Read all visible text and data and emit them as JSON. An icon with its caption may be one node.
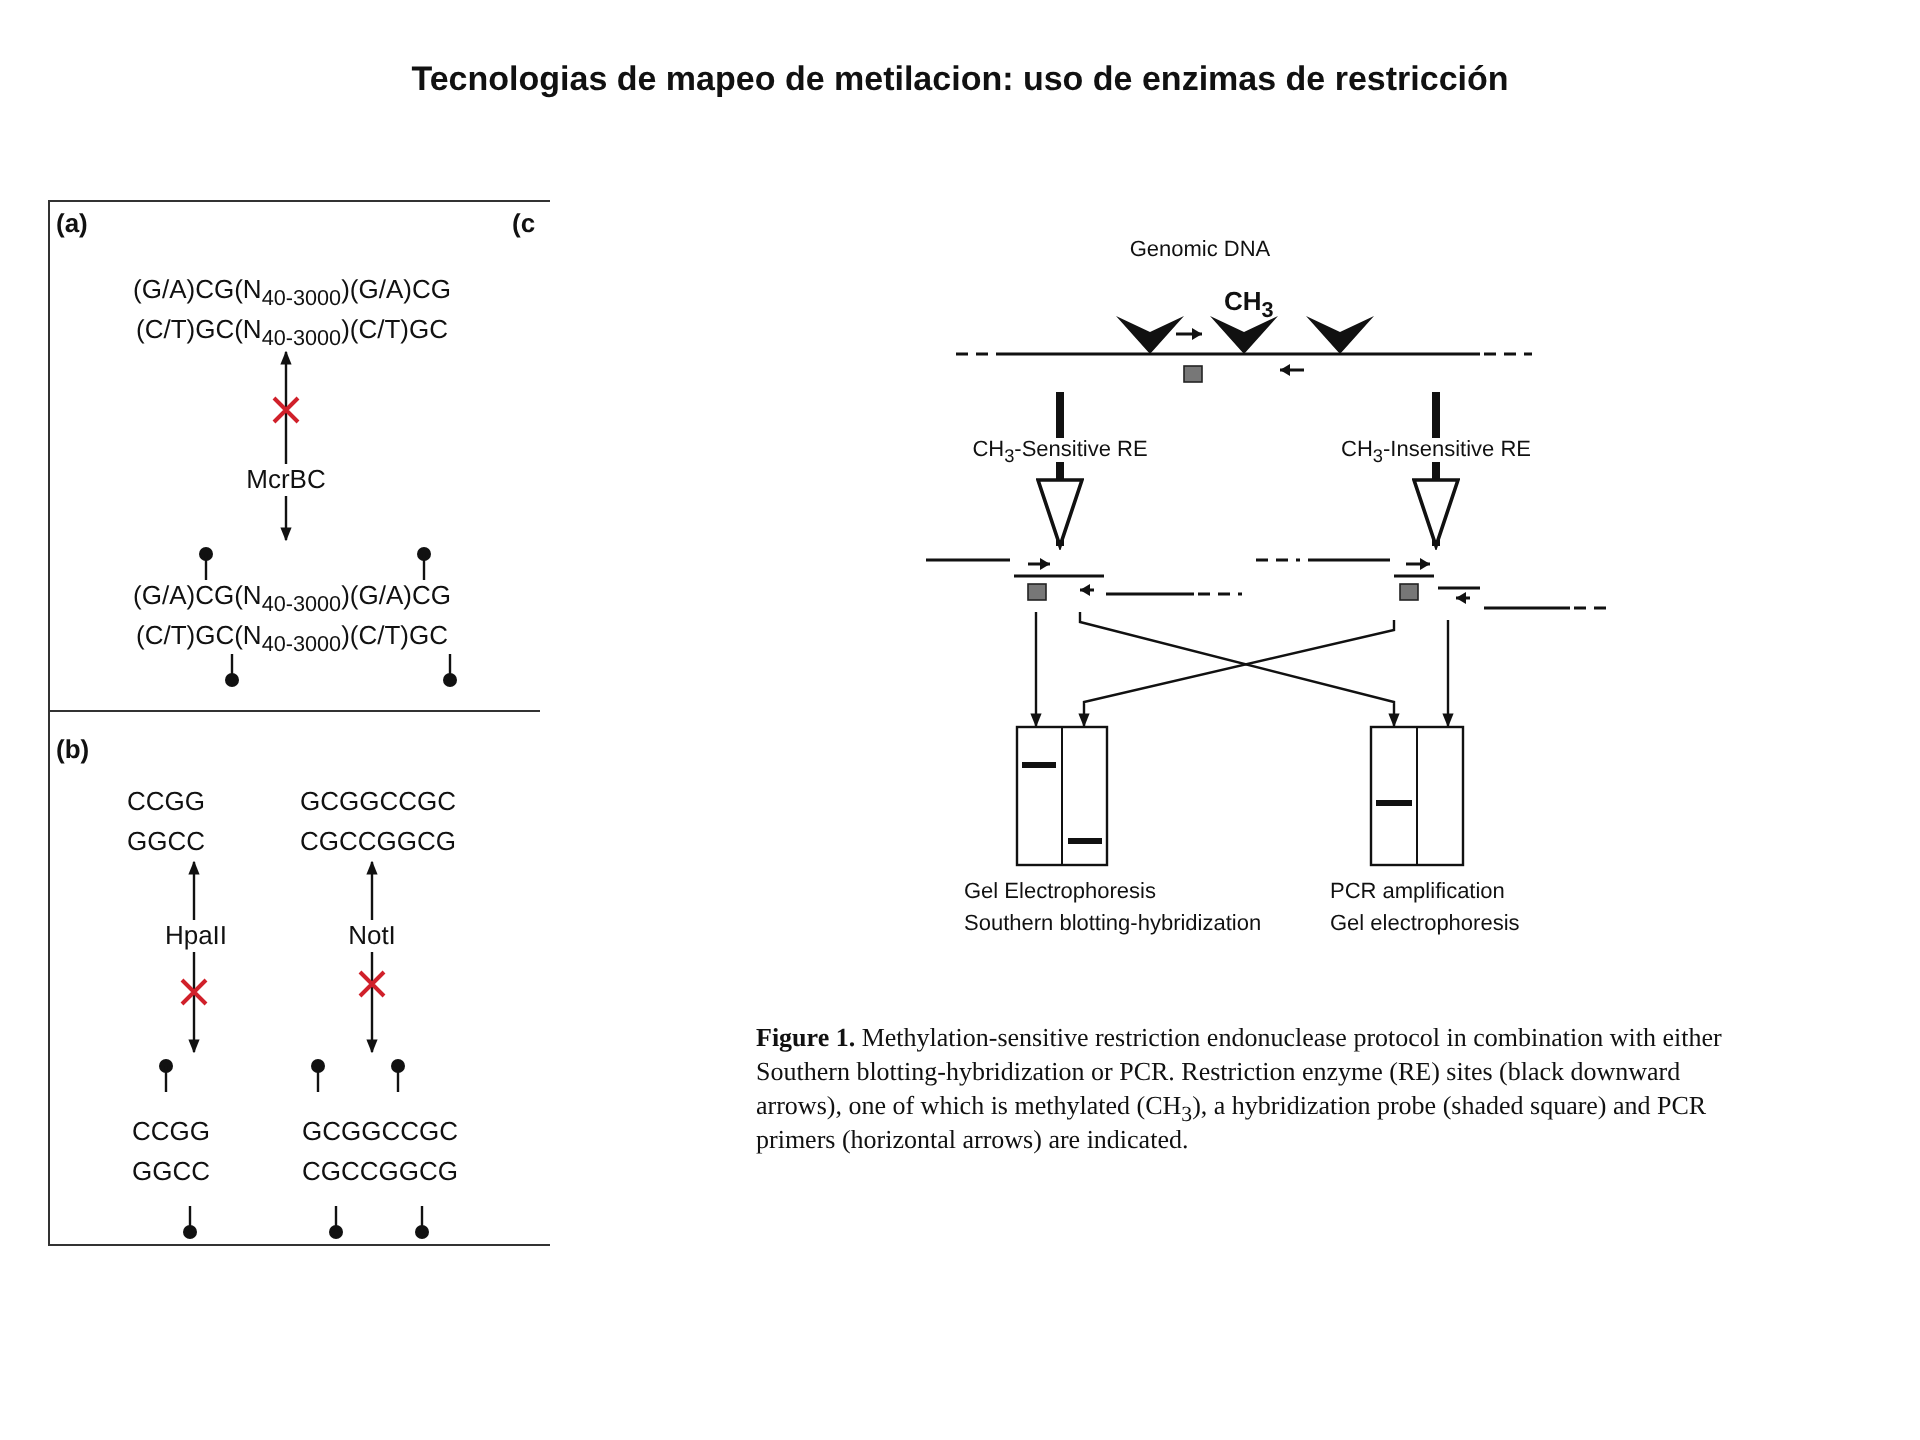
{
  "diagram": {
    "title": "Tecnologias de mapeo de metilacion: uso de enzimas de restricción",
    "caption": "**Figure 1.** Methylation-sensitive restriction endonuclease protocol in combination with either Southern blotting-hybridization or PCR. Restriction enzyme (RE) sites (black downward arrows), one of which is methylated (CH$_{3}$), a hybridization probe (shaded square) and PCR primers (horizontal arrows) are indicated.",
    "nodes": [
      {
        "text": [
          "(G/A)CG(N$_{40-3000}$)(G/A)CG",
          "(C/T)GC(N$_{40-3000}$)(C/T)GC"
        ]
      },
      {
        "text": [
          "McrBC"
        ]
      },
      {
        "text": [
          "(G/A)CG(N$_{40-3000}$)(G/A)CG",
          "(C/T)GC(N$_{40-3000}$)(C/T)GC"
        ]
      },
      {
        "text": [
          "CCGG",
          "GGCC"
        ]
      },
      {
        "text": [
          "GCGGCCGC",
          "CGCCGGCG"
        ]
      },
      {
        "text": [
          "HpaII"
        ]
      },
      {
        "text": [
          "NotI"
        ]
      },
      {
        "text": [
          "CCGG",
          "GGCC"
        ]
      },
      {
        "text": [
          "GCGGCCGC",
          "CGCCGGCG"
        ]
      },
      {
        "text": [
          "Genomic DNA"
        ]
      },
      {
        "text": [],
        "shape": "picture"
      },
      {
        "text": [],
        "shape": "picture"
      },
      {
        "text": [],
        "shape": "box",
        "beside": [
          "Gel Electrophoresis",
          "Southern blotting-hybridization"
        ]
      },
      {
        "text": [],
        "shape": "box",
        "beside": [
          "PCR amplification",
          "Gel electrophoresis"
        ]
      }
    ],
    "edges": [
      {
        "from": 1,
        "to": 0,
        "arrow": "to"
      },
      {
        "from": 1,
        "to": 2,
        "arrow": "to"
      },
      {
        "from": 5,
        "to": 3,
        "arrow": "to"
      },
      {
        "from": 5,
        "to": 7,
        "arrow": "to"
      },
      {
        "from": 6,
        "to": 4,
        "arrow": "to"
      },
      {
        "from": 6,
        "to": 8,
        "arrow": "to"
      },
      {
        "from": 9,
        "to": 10,
        "arrow": "to",
        "style": "thick",
        "label": "CH$_{3}$-Sensitive RE"
      },
      {
        "from": 9,
        "to": 11,
        "arrow": "to",
        "style": "thick",
        "label": "CH$_{3}$-Insensitive RE"
      },
      {
        "from": 10,
        "to": 12,
        "arrow": "to"
      },
      {
        "from": 10,
        "to": 13,
        "arrow": "to"
      },
      {
        "from": 11,
        "to": 12,
        "arrow": "to"
      },
      {
        "from": 11,
        "to": 13,
        "arrow": "to"
      }
    ],
    "labels": [
      "(a)",
      "(c",
      "(b)",
      "CH$_{3}$"
    ]
  }
}
